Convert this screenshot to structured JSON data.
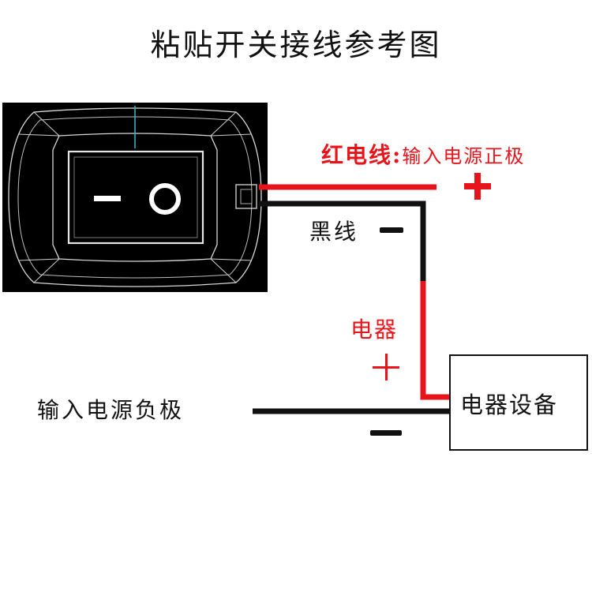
{
  "title": "粘贴开关接线参考图",
  "switch": {
    "off_symbol": "−",
    "on_symbol": "O"
  },
  "red_wire": {
    "name": "红电线",
    "separator": ":",
    "desc": "输入电源正极",
    "polarity_icon": "plus-icon"
  },
  "black_wire": {
    "name": "黑线",
    "polarity_icon": "minus-icon"
  },
  "appliance": {
    "label": "电器",
    "polarity_icon": "plus-icon"
  },
  "negative_input": {
    "label": "输入电源负极",
    "polarity_icon": "minus-icon"
  },
  "device": {
    "label": "电器设备"
  },
  "colors": {
    "red_wire": "#e8141c",
    "black_wire": "#111111",
    "switch_body": "#000000",
    "switch_lines": "#d8d8d8",
    "indicator": "#3fb8c8"
  }
}
